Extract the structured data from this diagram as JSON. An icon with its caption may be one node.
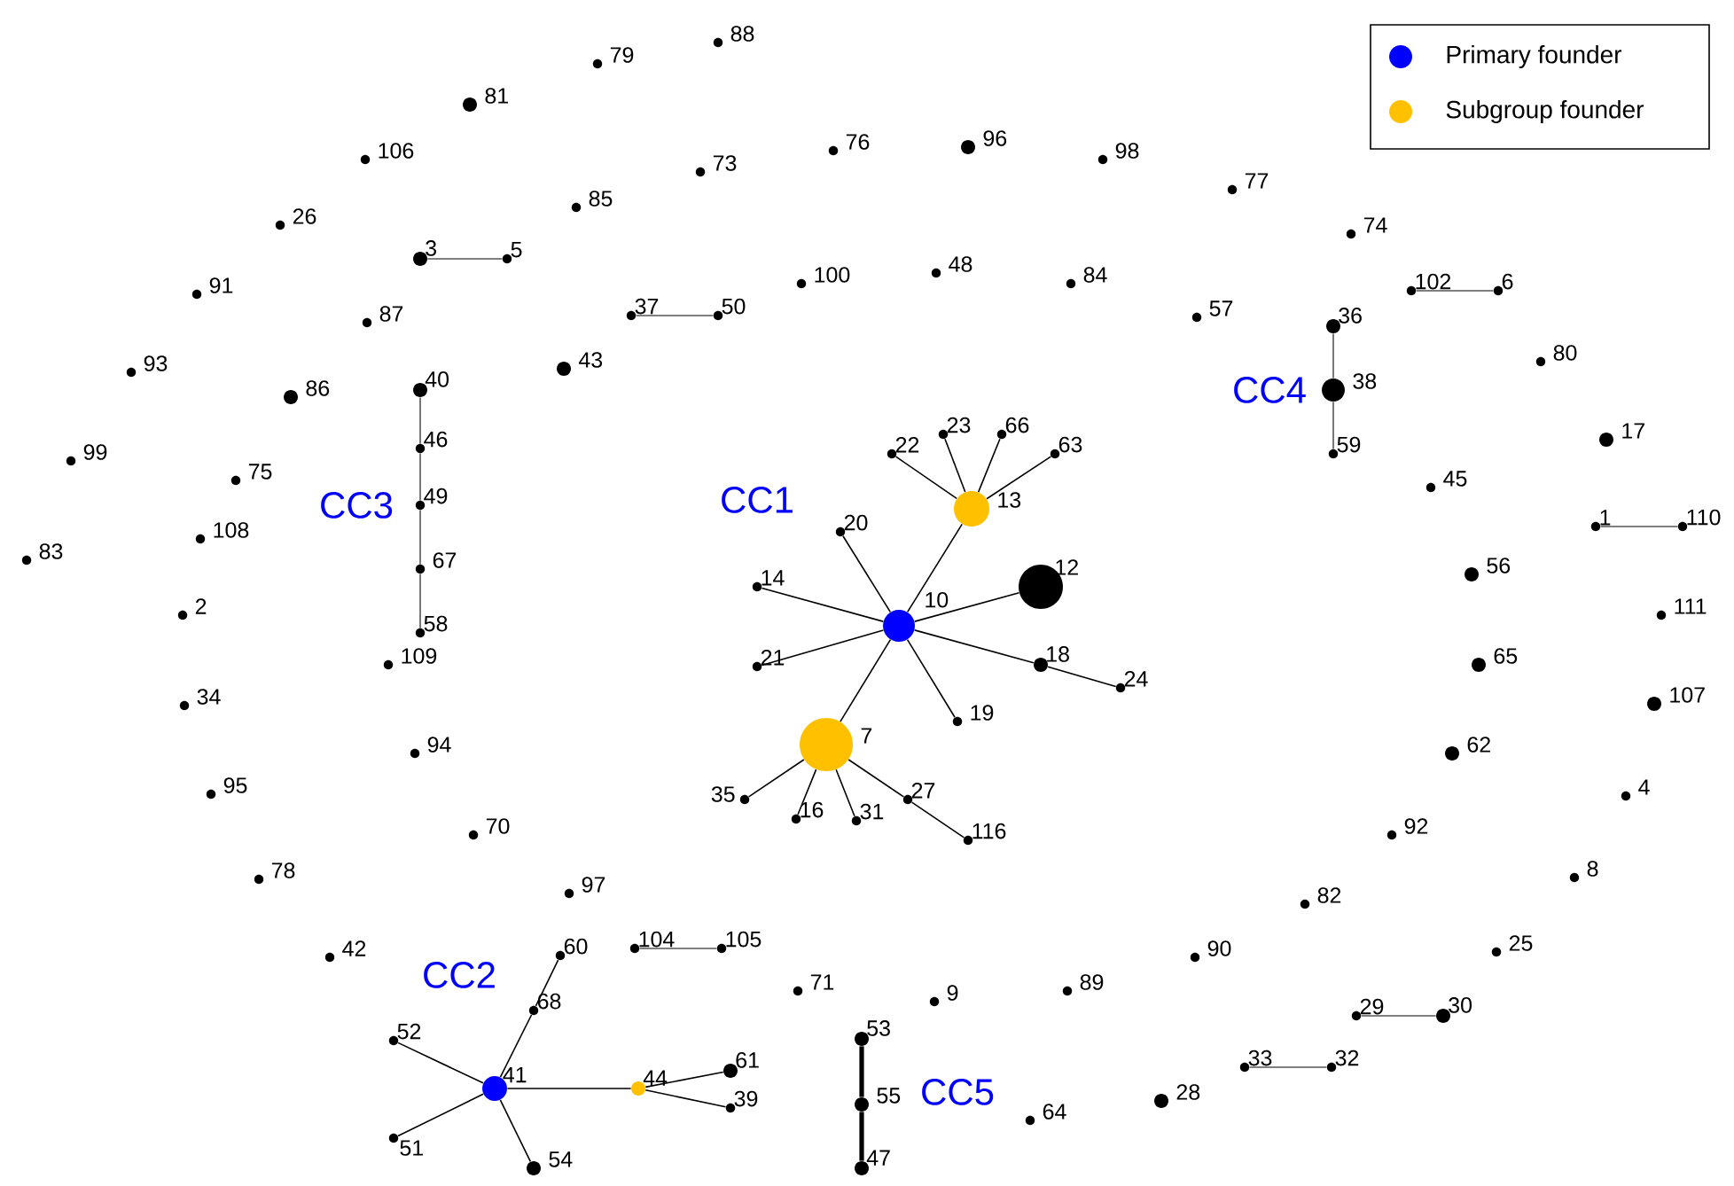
{
  "diagram": {
    "nodes": [
      {
        "text": [],
        "shape": "circle",
        "beside": [
          "79"
        ]
      },
      {
        "text": [],
        "shape": "circle",
        "beside": [
          "88"
        ]
      },
      {
        "text": [],
        "shape": "circle",
        "beside": [
          "81"
        ]
      },
      {
        "text": [],
        "shape": "circle",
        "beside": [
          "106"
        ]
      },
      {
        "text": [],
        "shape": "circle",
        "beside": [
          "73"
        ]
      },
      {
        "text": [],
        "shape": "circle",
        "beside": [
          "76"
        ]
      },
      {
        "text": [],
        "shape": "circle",
        "beside": [
          "96"
        ]
      },
      {
        "text": [],
        "shape": "circle",
        "beside": [
          "98"
        ]
      },
      {
        "text": [],
        "shape": "circle",
        "beside": [
          "77"
        ]
      },
      {
        "text": [],
        "shape": "circle",
        "beside": [
          "26"
        ]
      },
      {
        "text": [],
        "shape": "circle",
        "beside": [
          "85"
        ]
      },
      {
        "text": [],
        "shape": "circle",
        "beside": [
          "3"
        ]
      },
      {
        "text": [],
        "shape": "circle",
        "beside": [
          "5"
        ]
      },
      {
        "text": [],
        "shape": "circle",
        "beside": [
          "74"
        ]
      },
      {
        "text": [],
        "shape": "circle",
        "beside": [
          "91"
        ]
      },
      {
        "text": [],
        "shape": "circle",
        "beside": [
          "87"
        ]
      },
      {
        "text": [],
        "shape": "circle",
        "beside": [
          "37"
        ]
      },
      {
        "text": [],
        "shape": "circle",
        "beside": [
          "50"
        ]
      },
      {
        "text": [],
        "shape": "circle",
        "beside": [
          "100"
        ]
      },
      {
        "text": [],
        "shape": "circle",
        "beside": [
          "48"
        ]
      },
      {
        "text": [],
        "shape": "circle",
        "beside": [
          "84"
        ]
      },
      {
        "text": [],
        "shape": "circle",
        "beside": [
          "57"
        ]
      },
      {
        "text": [],
        "shape": "circle",
        "beside": [
          "102"
        ]
      },
      {
        "text": [],
        "shape": "circle",
        "beside": [
          "6"
        ]
      },
      {
        "text": [],
        "shape": "circle",
        "beside": [
          "36"
        ]
      },
      {
        "text": [],
        "shape": "circle",
        "beside": [
          "38"
        ]
      },
      {
        "text": [],
        "shape": "circle",
        "beside": [
          "59"
        ]
      },
      {
        "text": [],
        "shape": "circle",
        "beside": [
          "80"
        ]
      },
      {
        "text": [],
        "shape": "circle",
        "beside": [
          "93"
        ]
      },
      {
        "text": [],
        "shape": "circle",
        "beside": [
          "86"
        ]
      },
      {
        "text": [],
        "shape": "circle",
        "beside": [
          "43"
        ]
      },
      {
        "text": [],
        "shape": "circle",
        "beside": [
          "40"
        ]
      },
      {
        "text": [],
        "shape": "circle",
        "beside": [
          "46"
        ]
      },
      {
        "text": [],
        "shape": "circle",
        "beside": [
          "49"
        ]
      },
      {
        "text": [],
        "shape": "circle",
        "beside": [
          "67"
        ]
      },
      {
        "text": [],
        "shape": "circle",
        "beside": [
          "58"
        ]
      },
      {
        "text": [],
        "shape": "circle",
        "beside": [
          "17"
        ]
      },
      {
        "text": [],
        "shape": "circle",
        "beside": [
          "99"
        ]
      },
      {
        "text": [],
        "shape": "circle",
        "beside": [
          "75"
        ]
      },
      {
        "text": [],
        "shape": "circle",
        "beside": [
          "108"
        ]
      },
      {
        "text": [],
        "shape": "circle",
        "beside": [
          "83"
        ]
      },
      {
        "text": [],
        "shape": "circle",
        "beside": [
          "2"
        ]
      },
      {
        "text": [],
        "shape": "circle",
        "beside": [
          "109"
        ]
      },
      {
        "text": [],
        "shape": "circle",
        "beside": [
          "22"
        ]
      },
      {
        "text": [],
        "shape": "circle",
        "beside": [
          "23"
        ]
      },
      {
        "text": [],
        "shape": "circle",
        "beside": [
          "66"
        ]
      },
      {
        "text": [],
        "shape": "circle",
        "beside": [
          "63"
        ]
      },
      {
        "text": [],
        "shape": "circle",
        "beside": [
          "13"
        ]
      },
      {
        "text": [],
        "shape": "circle",
        "beside": [
          "20"
        ]
      },
      {
        "text": [],
        "shape": "circle",
        "beside": [
          "12"
        ]
      },
      {
        "text": [],
        "shape": "circle",
        "beside": [
          "14"
        ]
      },
      {
        "text": [],
        "shape": "circle",
        "beside": [
          "10"
        ]
      },
      {
        "text": [],
        "shape": "circle",
        "beside": [
          "21"
        ]
      },
      {
        "text": [],
        "shape": "circle",
        "beside": [
          "18"
        ]
      },
      {
        "text": [],
        "shape": "circle",
        "beside": [
          "24"
        ]
      },
      {
        "text": [],
        "shape": "circle",
        "beside": [
          "19"
        ]
      },
      {
        "text": [],
        "shape": "circle",
        "beside": [
          "7"
        ]
      },
      {
        "text": [],
        "shape": "circle",
        "beside": [
          "35"
        ]
      },
      {
        "text": [],
        "shape": "circle",
        "beside": [
          "16"
        ]
      },
      {
        "text": [],
        "shape": "circle",
        "beside": [
          "31"
        ]
      },
      {
        "text": [],
        "shape": "circle",
        "beside": [
          "27"
        ]
      },
      {
        "text": [],
        "shape": "circle",
        "beside": [
          "116"
        ]
      },
      {
        "text": [],
        "shape": "circle",
        "beside": [
          "45"
        ]
      },
      {
        "text": [],
        "shape": "circle",
        "beside": [
          "1"
        ]
      },
      {
        "text": [],
        "shape": "circle",
        "beside": [
          "110"
        ]
      },
      {
        "text": [],
        "shape": "circle",
        "beside": [
          "56"
        ]
      },
      {
        "text": [],
        "shape": "circle",
        "beside": [
          "111"
        ]
      },
      {
        "text": [],
        "shape": "circle",
        "beside": [
          "65"
        ]
      },
      {
        "text": [],
        "shape": "circle",
        "beside": [
          "107"
        ]
      },
      {
        "text": [],
        "shape": "circle",
        "beside": [
          "62"
        ]
      },
      {
        "text": [],
        "shape": "circle",
        "beside": [
          "34"
        ]
      },
      {
        "text": [],
        "shape": "circle",
        "beside": [
          "94"
        ]
      },
      {
        "text": [],
        "shape": "circle",
        "beside": [
          "95"
        ]
      },
      {
        "text": [],
        "shape": "circle",
        "beside": [
          "70"
        ]
      },
      {
        "text": [],
        "shape": "circle",
        "beside": [
          "4"
        ]
      },
      {
        "text": [],
        "shape": "circle",
        "beside": [
          "92"
        ]
      },
      {
        "text": [],
        "shape": "circle",
        "beside": [
          "78"
        ]
      },
      {
        "text": [],
        "shape": "circle",
        "beside": [
          "97"
        ]
      },
      {
        "text": [],
        "shape": "circle",
        "beside": [
          "8"
        ]
      },
      {
        "text": [],
        "shape": "circle",
        "beside": [
          "82"
        ]
      },
      {
        "text": [],
        "shape": "circle",
        "beside": [
          "60"
        ]
      },
      {
        "text": [],
        "shape": "circle",
        "beside": [
          "104"
        ]
      },
      {
        "text": [],
        "shape": "circle",
        "beside": [
          "105"
        ]
      },
      {
        "text": [],
        "shape": "circle",
        "beside": [
          "25"
        ]
      },
      {
        "text": [],
        "shape": "circle",
        "beside": [
          "90"
        ]
      },
      {
        "text": [],
        "shape": "circle",
        "beside": [
          "42"
        ]
      },
      {
        "text": [],
        "shape": "circle",
        "beside": [
          "71"
        ]
      },
      {
        "text": [],
        "shape": "circle",
        "beside": [
          "9"
        ]
      },
      {
        "text": [],
        "shape": "circle",
        "beside": [
          "89"
        ]
      },
      {
        "text": [],
        "shape": "circle",
        "beside": [
          "68"
        ]
      },
      {
        "text": [],
        "shape": "circle",
        "beside": [
          "52"
        ]
      },
      {
        "text": [],
        "shape": "circle",
        "beside": [
          "53"
        ]
      },
      {
        "text": [],
        "shape": "circle",
        "beside": [
          "41"
        ]
      },
      {
        "text": [],
        "shape": "circle",
        "beside": [
          "44"
        ]
      },
      {
        "text": [],
        "shape": "circle",
        "beside": [
          "61"
        ]
      },
      {
        "text": [],
        "shape": "circle",
        "beside": [
          "39"
        ]
      },
      {
        "text": [],
        "shape": "circle",
        "beside": [
          "29"
        ]
      },
      {
        "text": [],
        "shape": "circle",
        "beside": [
          "30"
        ]
      },
      {
        "text": [],
        "shape": "circle",
        "beside": [
          "33"
        ]
      },
      {
        "text": [],
        "shape": "circle",
        "beside": [
          "32"
        ]
      },
      {
        "text": [],
        "shape": "circle",
        "beside": [
          "55"
        ]
      },
      {
        "text": [],
        "shape": "circle",
        "beside": [
          "28"
        ]
      },
      {
        "text": [],
        "shape": "circle",
        "beside": [
          "64"
        ]
      },
      {
        "text": [],
        "shape": "circle",
        "beside": [
          "51"
        ]
      },
      {
        "text": [],
        "shape": "circle",
        "beside": [
          "54"
        ]
      },
      {
        "text": [],
        "shape": "circle",
        "beside": [
          "47"
        ]
      }
    ],
    "edges": [
      {
        "from": 11,
        "to": 12,
        "arrow": "none",
        "color": "#555555"
      },
      {
        "from": 16,
        "to": 17,
        "arrow": "none",
        "color": "#555555"
      },
      {
        "from": 22,
        "to": 23,
        "arrow": "none",
        "color": "#555555"
      },
      {
        "from": 24,
        "to": 25,
        "arrow": "none",
        "color": "#555555"
      },
      {
        "from": 25,
        "to": 26,
        "arrow": "none",
        "color": "#555555"
      },
      {
        "from": 31,
        "to": 32,
        "arrow": "none",
        "color": "#555555"
      },
      {
        "from": 32,
        "to": 33,
        "arrow": "none",
        "color": "#555555"
      },
      {
        "from": 33,
        "to": 34,
        "arrow": "none",
        "color": "#555555"
      },
      {
        "from": 34,
        "to": 35,
        "arrow": "none",
        "color": "#555555"
      },
      {
        "from": 51,
        "to": 48,
        "arrow": "none"
      },
      {
        "from": 51,
        "to": 50,
        "arrow": "none"
      },
      {
        "from": 51,
        "to": 52,
        "arrow": "none"
      },
      {
        "from": 51,
        "to": 47,
        "arrow": "none"
      },
      {
        "from": 51,
        "to": 49,
        "arrow": "none"
      },
      {
        "from": 51,
        "to": 53,
        "arrow": "none"
      },
      {
        "from": 51,
        "to": 55,
        "arrow": "none"
      },
      {
        "from": 51,
        "to": 56,
        "arrow": "none"
      },
      {
        "from": 47,
        "to": 43,
        "arrow": "none"
      },
      {
        "from": 47,
        "to": 44,
        "arrow": "none"
      },
      {
        "from": 47,
        "to": 45,
        "arrow": "none"
      },
      {
        "from": 47,
        "to": 46,
        "arrow": "none"
      },
      {
        "from": 53,
        "to": 54,
        "arrow": "none"
      },
      {
        "from": 56,
        "to": 57,
        "arrow": "none"
      },
      {
        "from": 56,
        "to": 58,
        "arrow": "none"
      },
      {
        "from": 56,
        "to": 59,
        "arrow": "none"
      },
      {
        "from": 56,
        "to": 60,
        "arrow": "none"
      },
      {
        "from": 60,
        "to": 61,
        "arrow": "none"
      },
      {
        "from": 63,
        "to": 64,
        "arrow": "none",
        "color": "#555555"
      },
      {
        "from": 81,
        "to": 82,
        "arrow": "none",
        "color": "#555555"
      },
      {
        "from": 96,
        "to": 97,
        "arrow": "none",
        "color": "#555555"
      },
      {
        "from": 98,
        "to": 99,
        "arrow": "none",
        "color": "#555555"
      },
      {
        "from": 92,
        "to": 89,
        "arrow": "none"
      },
      {
        "from": 89,
        "to": 80,
        "arrow": "none"
      },
      {
        "from": 92,
        "to": 90,
        "arrow": "none"
      },
      {
        "from": 92,
        "to": 103,
        "arrow": "none"
      },
      {
        "from": 92,
        "to": 104,
        "arrow": "none"
      },
      {
        "from": 92,
        "to": 93,
        "arrow": "none"
      },
      {
        "from": 93,
        "to": 94,
        "arrow": "none"
      },
      {
        "from": 93,
        "to": 95,
        "arrow": "none"
      },
      {
        "from": 91,
        "to": 100,
        "arrow": "none",
        "style": "thick"
      },
      {
        "from": 100,
        "to": 105,
        "arrow": "none",
        "style": "thick"
      }
    ],
    "labels": [
      "CC3",
      "CC1",
      "CC4",
      "CC2",
      "CC5"
    ],
    "legend": [
      {
        "text": "Primary founder",
        "color": "#0000ff"
      },
      {
        "text": "Subgroup founder",
        "color": "#ffc000"
      }
    ]
  }
}
